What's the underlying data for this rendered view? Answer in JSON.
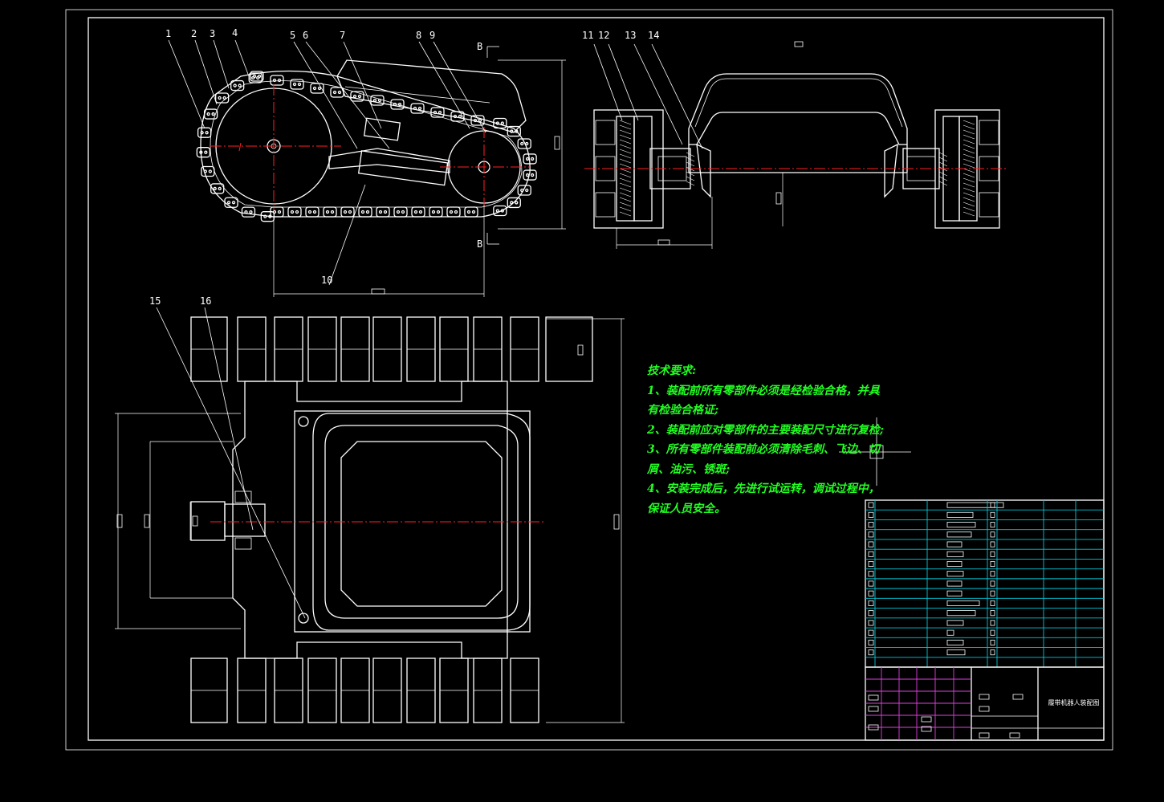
{
  "callouts": [
    "1",
    "2",
    "3",
    "4",
    "5",
    "6",
    "7",
    "8",
    "9",
    "10",
    "11",
    "12",
    "13",
    "14",
    "15",
    "16"
  ],
  "section_marks": {
    "top": "B",
    "bottom": "B"
  },
  "technical_requirements": {
    "heading": "技术要求:",
    "lines": [
      "1、装配前所有零部件必须是经检验合格，并具",
      "有检验合格证;",
      "2、装配前应对零部件的主要装配尺寸进行复检;",
      "3、所有零部件装配前必须清除毛刺、飞边、切",
      "屑、油污、锈斑;",
      "4、安装完成后，先进行试运转，调试过程中，",
      "保证人员安全。"
    ]
  },
  "title_block": {
    "drawing_name": "履带机器人装配图"
  },
  "colors": {
    "background": "#000000",
    "lines": "#ffffff",
    "centerline": "#ff2020",
    "notes": "#22ff22",
    "table": "#00c8d8"
  }
}
